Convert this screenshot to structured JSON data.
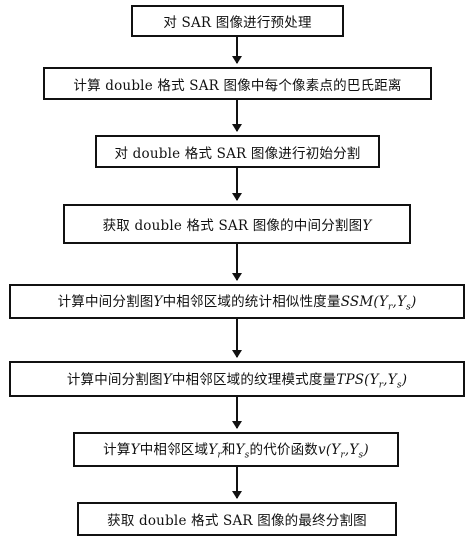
{
  "steps": [
    {
      "text": "对 SAR 图像进行预处理"
    },
    {
      "text": "计算 double 格式 SAR 图像中每个像素点的巴氏距离"
    },
    {
      "text": "对 double 格式 SAR 图像进行初始分割"
    },
    {
      "pre": "获取 double 格式 SAR 图像的中间分割图",
      "sym": "Y"
    },
    {
      "pre": "计算中间分割图",
      "sym1": "Y",
      "mid": " 中相邻区域的统计相似性度量 ",
      "sym2": "SSM(Y",
      "sub1": "r",
      "sep": ",Y",
      "sub2": "s",
      "post": ")"
    },
    {
      "pre": "计算中间分割图",
      "sym1": "Y",
      "mid": " 中相邻区域的纹理模式度量 ",
      "sym2": "TPS(Y",
      "sub1": "r",
      "sep": ",Y",
      "sub2": "s",
      "post": ")"
    },
    {
      "pre": "计算",
      "sym1": "Y",
      "mid": " 中相邻区域 ",
      "sym2": "Y",
      "sub1": "r",
      "and": " 和 ",
      "sym3": "Y",
      "sub2": "s",
      "mid2": " 的代价函数 ",
      "sym4": "v(Y",
      "sub3": "r",
      "sep": ",Y",
      "sub4": "s",
      "post": ")"
    },
    {
      "text": "获取 double 格式 SAR 图像的最终分割图"
    }
  ]
}
